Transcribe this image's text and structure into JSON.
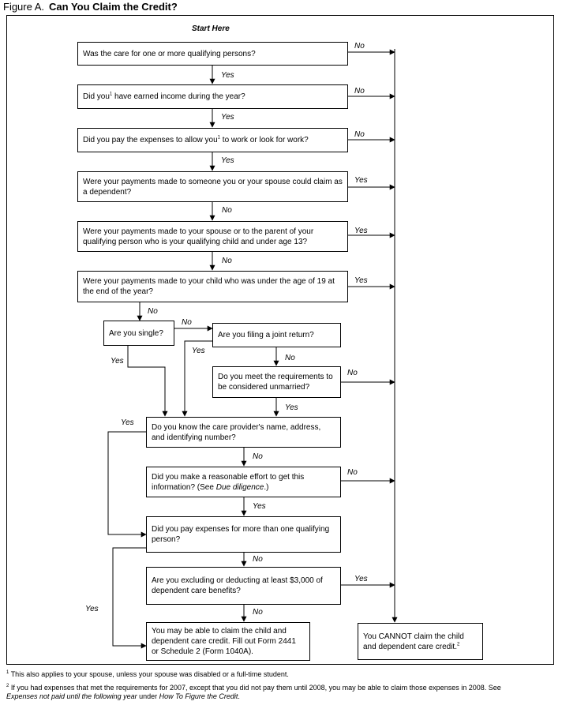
{
  "figure": {
    "label": "Figure A.",
    "title": "Can You Claim the Credit?"
  },
  "start_here": "Start Here",
  "questions": {
    "q1": "Was the care for one or more qualifying persons?",
    "q2_a": "Did you",
    "q2_b": "have earned income during the year?",
    "q3_a": "Did you pay the expenses to allow you",
    "q3_b": "to work or look for work?",
    "q4": "Were your payments made to someone you or your spouse could claim as a dependent?",
    "q5": "Were your payments made to your spouse or to the parent of your qualifying person who is your qualifying child and under age 13?",
    "q6": "Were your payments made to your child who was under the age of 19 at the end of the year?",
    "q7": "Are you single?",
    "q8": "Are you filing a joint return?",
    "q9": "Do you meet the requirements to be considered unmarried?",
    "q10": "Do you know the care provider's name, address, and identifying number?",
    "q11_a": "Did you make a reasonable effort to get this information? (See",
    "q11_b": "Due diligence",
    "q11_c": ".)",
    "q12": "Did you pay expenses for more than one qualifying person?",
    "q13": "Are you excluding or deducting at least $3,000 of dependent care benefits?"
  },
  "outcomes": {
    "can": "You may be able to claim the child and dependent care credit. Fill out Form 2441 or Schedule 2 (Form 1040A).",
    "cannot": "You CANNOT claim the child and dependent care credit."
  },
  "answers": {
    "yes": "Yes",
    "no": "No"
  },
  "footnote_marks": {
    "one": "1",
    "two": "2"
  },
  "footnotes": {
    "f1": "This also applies to your spouse, unless your spouse was disabled or a full-time student.",
    "f2_a": "If you had expenses that met the requirements for 2007, except that you did not pay them until 2008, you may be able to claim those expenses in 2008. See",
    "f2_b": "Expenses not paid until the following year",
    "f2_c": "under",
    "f2_d": "How To Figure the Credit",
    "f2_e": "."
  }
}
